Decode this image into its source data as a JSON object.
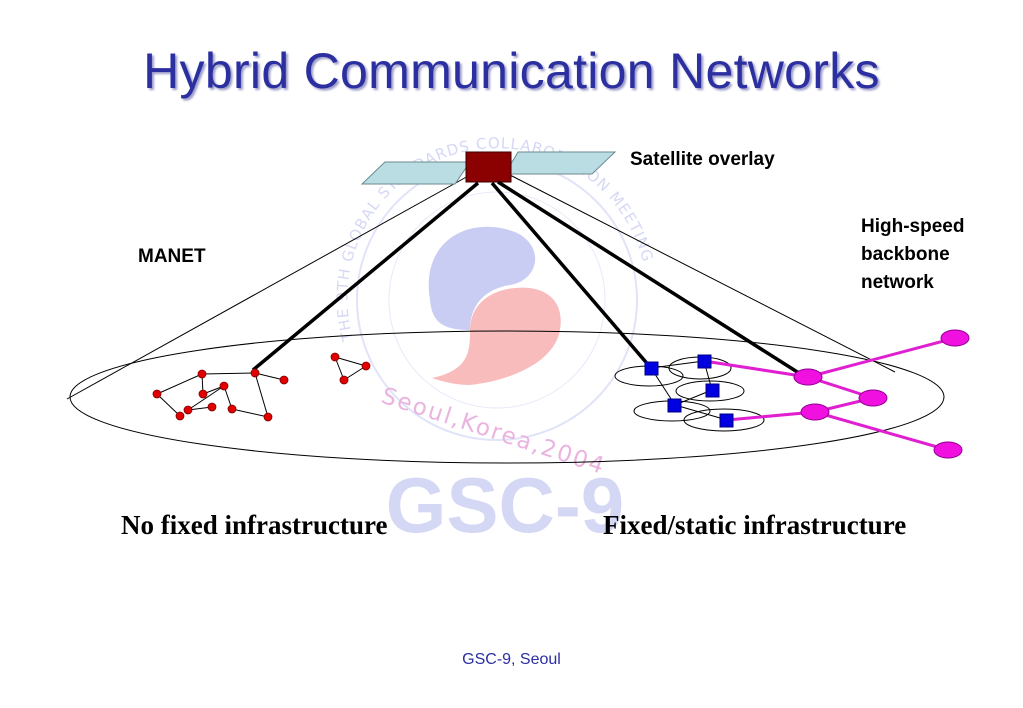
{
  "slide": {
    "title": "Hybrid Communication Networks",
    "footer": "GSC-9, Seoul"
  },
  "labels": {
    "satellite": "Satellite overlay",
    "manet": "MANET",
    "backbone_lines": [
      "High-speed",
      "backbone",
      "network"
    ],
    "left_caption": "No fixed infrastructure",
    "right_caption": "Fixed/static infrastructure"
  },
  "watermark": {
    "logo_text": "GSC-9",
    "ring_text": "THE 9TH GLOBAL STANDARDS COLLABORATION MEETING",
    "location_text": "Seoul,Korea,2004"
  },
  "colors": {
    "title": "#2b2fa0",
    "satellite_body": "#8b0000",
    "solar_panel": "#b9dde3",
    "manet_node": "#e00000",
    "fixed_node": "#0000e0",
    "backbone": "#e020d0",
    "watermark": "#c8ccf2"
  },
  "icons": {
    "satellite": "satellite-icon",
    "logo": "gsc9-logo-watermark"
  }
}
